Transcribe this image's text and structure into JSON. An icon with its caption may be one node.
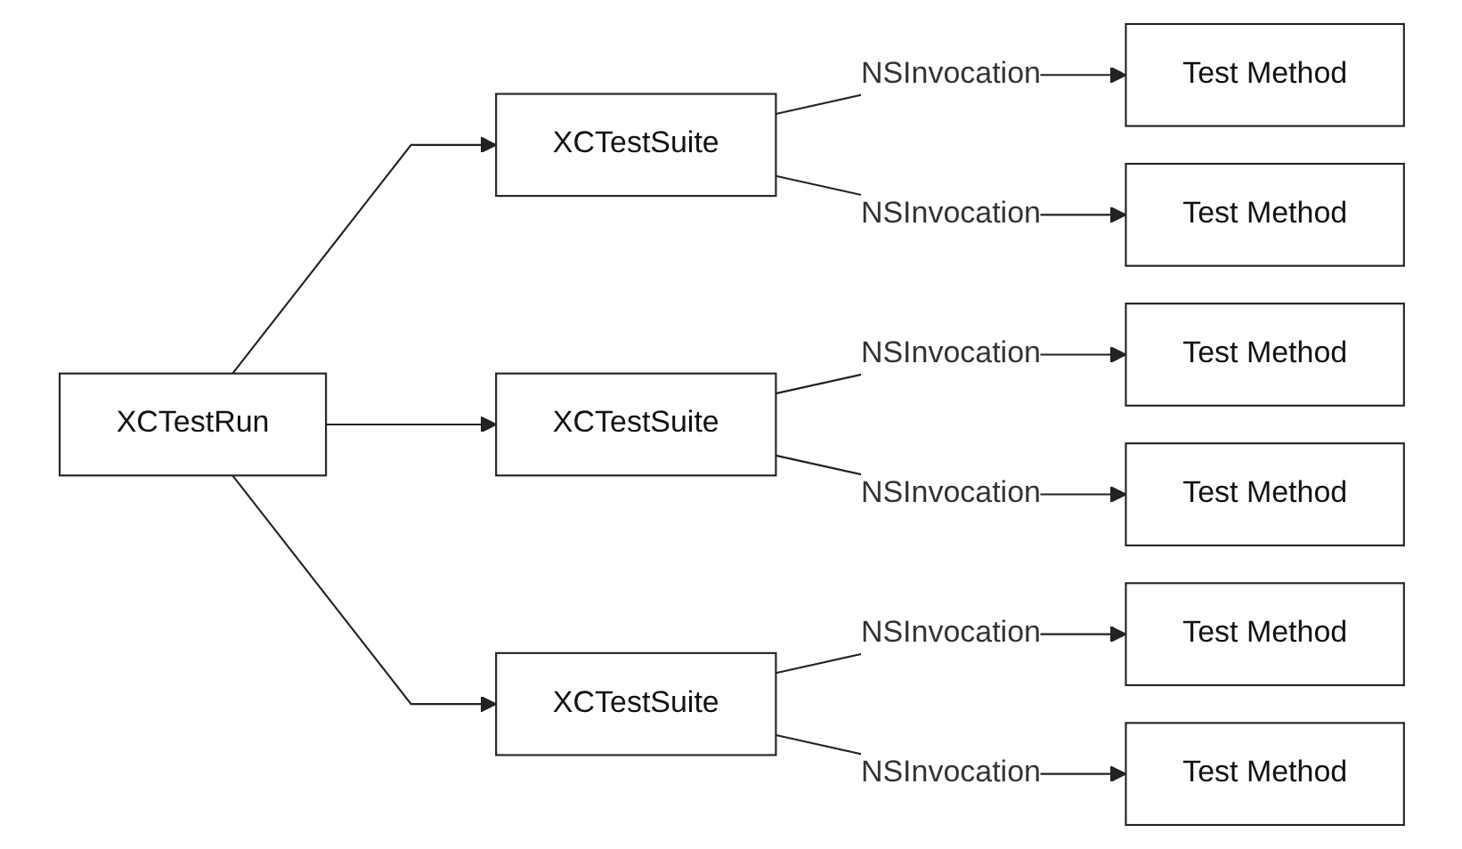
{
  "diagram": {
    "nodes": [
      {
        "text": [
          "XCTestRun"
        ]
      },
      {
        "text": [
          "XCTestSuite"
        ]
      },
      {
        "text": [
          "XCTestSuite"
        ]
      },
      {
        "text": [
          "XCTestSuite"
        ]
      },
      {
        "text": [
          "Test Method"
        ]
      },
      {
        "text": [
          "Test Method"
        ]
      },
      {
        "text": [
          "Test Method"
        ]
      },
      {
        "text": [
          "Test Method"
        ]
      },
      {
        "text": [
          "Test Method"
        ]
      },
      {
        "text": [
          "Test Method"
        ]
      }
    ],
    "edges": [
      {
        "from": 0,
        "to": 1,
        "arrow": "to"
      },
      {
        "from": 0,
        "to": 2,
        "arrow": "to"
      },
      {
        "from": 0,
        "to": 3,
        "arrow": "to"
      },
      {
        "from": 1,
        "to": 4,
        "arrow": "to",
        "label": "NSInvocation"
      },
      {
        "from": 1,
        "to": 5,
        "arrow": "to",
        "label": "NSInvocation"
      },
      {
        "from": 2,
        "to": 6,
        "arrow": "to",
        "label": "NSInvocation"
      },
      {
        "from": 2,
        "to": 7,
        "arrow": "to",
        "label": "NSInvocation"
      },
      {
        "from": 3,
        "to": 8,
        "arrow": "to",
        "label": "NSInvocation"
      },
      {
        "from": 3,
        "to": 9,
        "arrow": "to",
        "label": "NSInvocation"
      }
    ]
  }
}
